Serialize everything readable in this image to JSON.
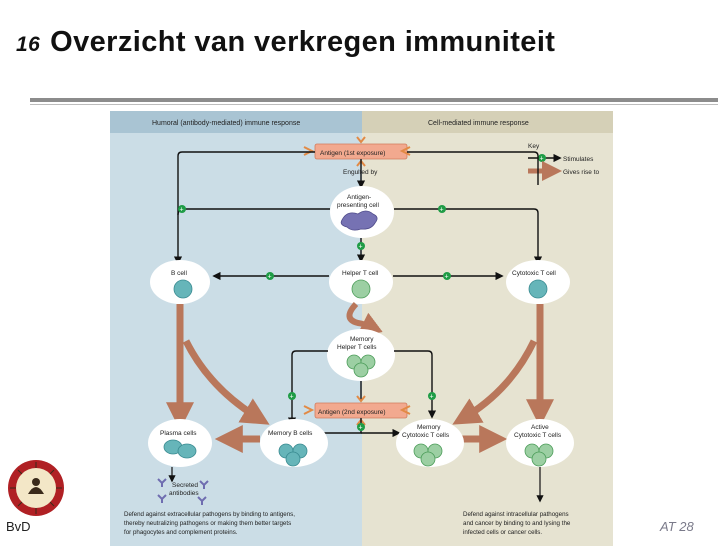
{
  "slide": {
    "number": "16",
    "title": "Overzicht van verkregen immuniteit",
    "footer_left": "BvD",
    "footer_right": "AT 28"
  },
  "diagram": {
    "humoral_header": "Humoral (antibody-mediated) immune response",
    "cell_header": "Cell-mediated immune response",
    "antigen1": "Antigen (1st exposure)",
    "engulfed": "Engulfed by",
    "apc": [
      "Antigen-",
      "presenting cell"
    ],
    "b_cell": "B cell",
    "helper_t": "Helper T cell",
    "cytotoxic_t": "Cytotoxic T cell",
    "memory_helper": [
      "Memory",
      "Helper T cells"
    ],
    "antigen2": "Antigen (2nd exposure)",
    "plasma": "Plasma cells",
    "memory_b": "Memory B cells",
    "memory_cyto": [
      "Memory",
      "Cytotoxic T cells"
    ],
    "active_cyto": [
      "Active",
      "Cytotoxic T cells"
    ],
    "secreted": [
      "Secreted",
      "antibodies"
    ],
    "humoral_desc": [
      "Defend against extracellular pathogens by binding to antigens,",
      "thereby neutralizing pathogens or making them better targets",
      "for phagocytes and complement proteins."
    ],
    "cell_desc": [
      "Defend against intracellular pathogens",
      "and cancer by binding to and lysing the",
      "infected cells or cancer cells."
    ],
    "key": {
      "title": "Key",
      "stimulates": "Stimulates",
      "gives_rise": "Gives rise to"
    }
  },
  "colors": {
    "humoral_bg": "#cbdde6",
    "cell_bg": "#e6e3d1",
    "header_humoral": "#a9c4d3",
    "header_cell": "#d5d0b7",
    "antigen_box": "#f2a98f",
    "brown_arrow": "#b9775b",
    "green_plus": "#1f9c46",
    "cell_teal": "#66b5b9",
    "cell_green": "#9ccfa3",
    "apc_purple": "#7672b3"
  }
}
